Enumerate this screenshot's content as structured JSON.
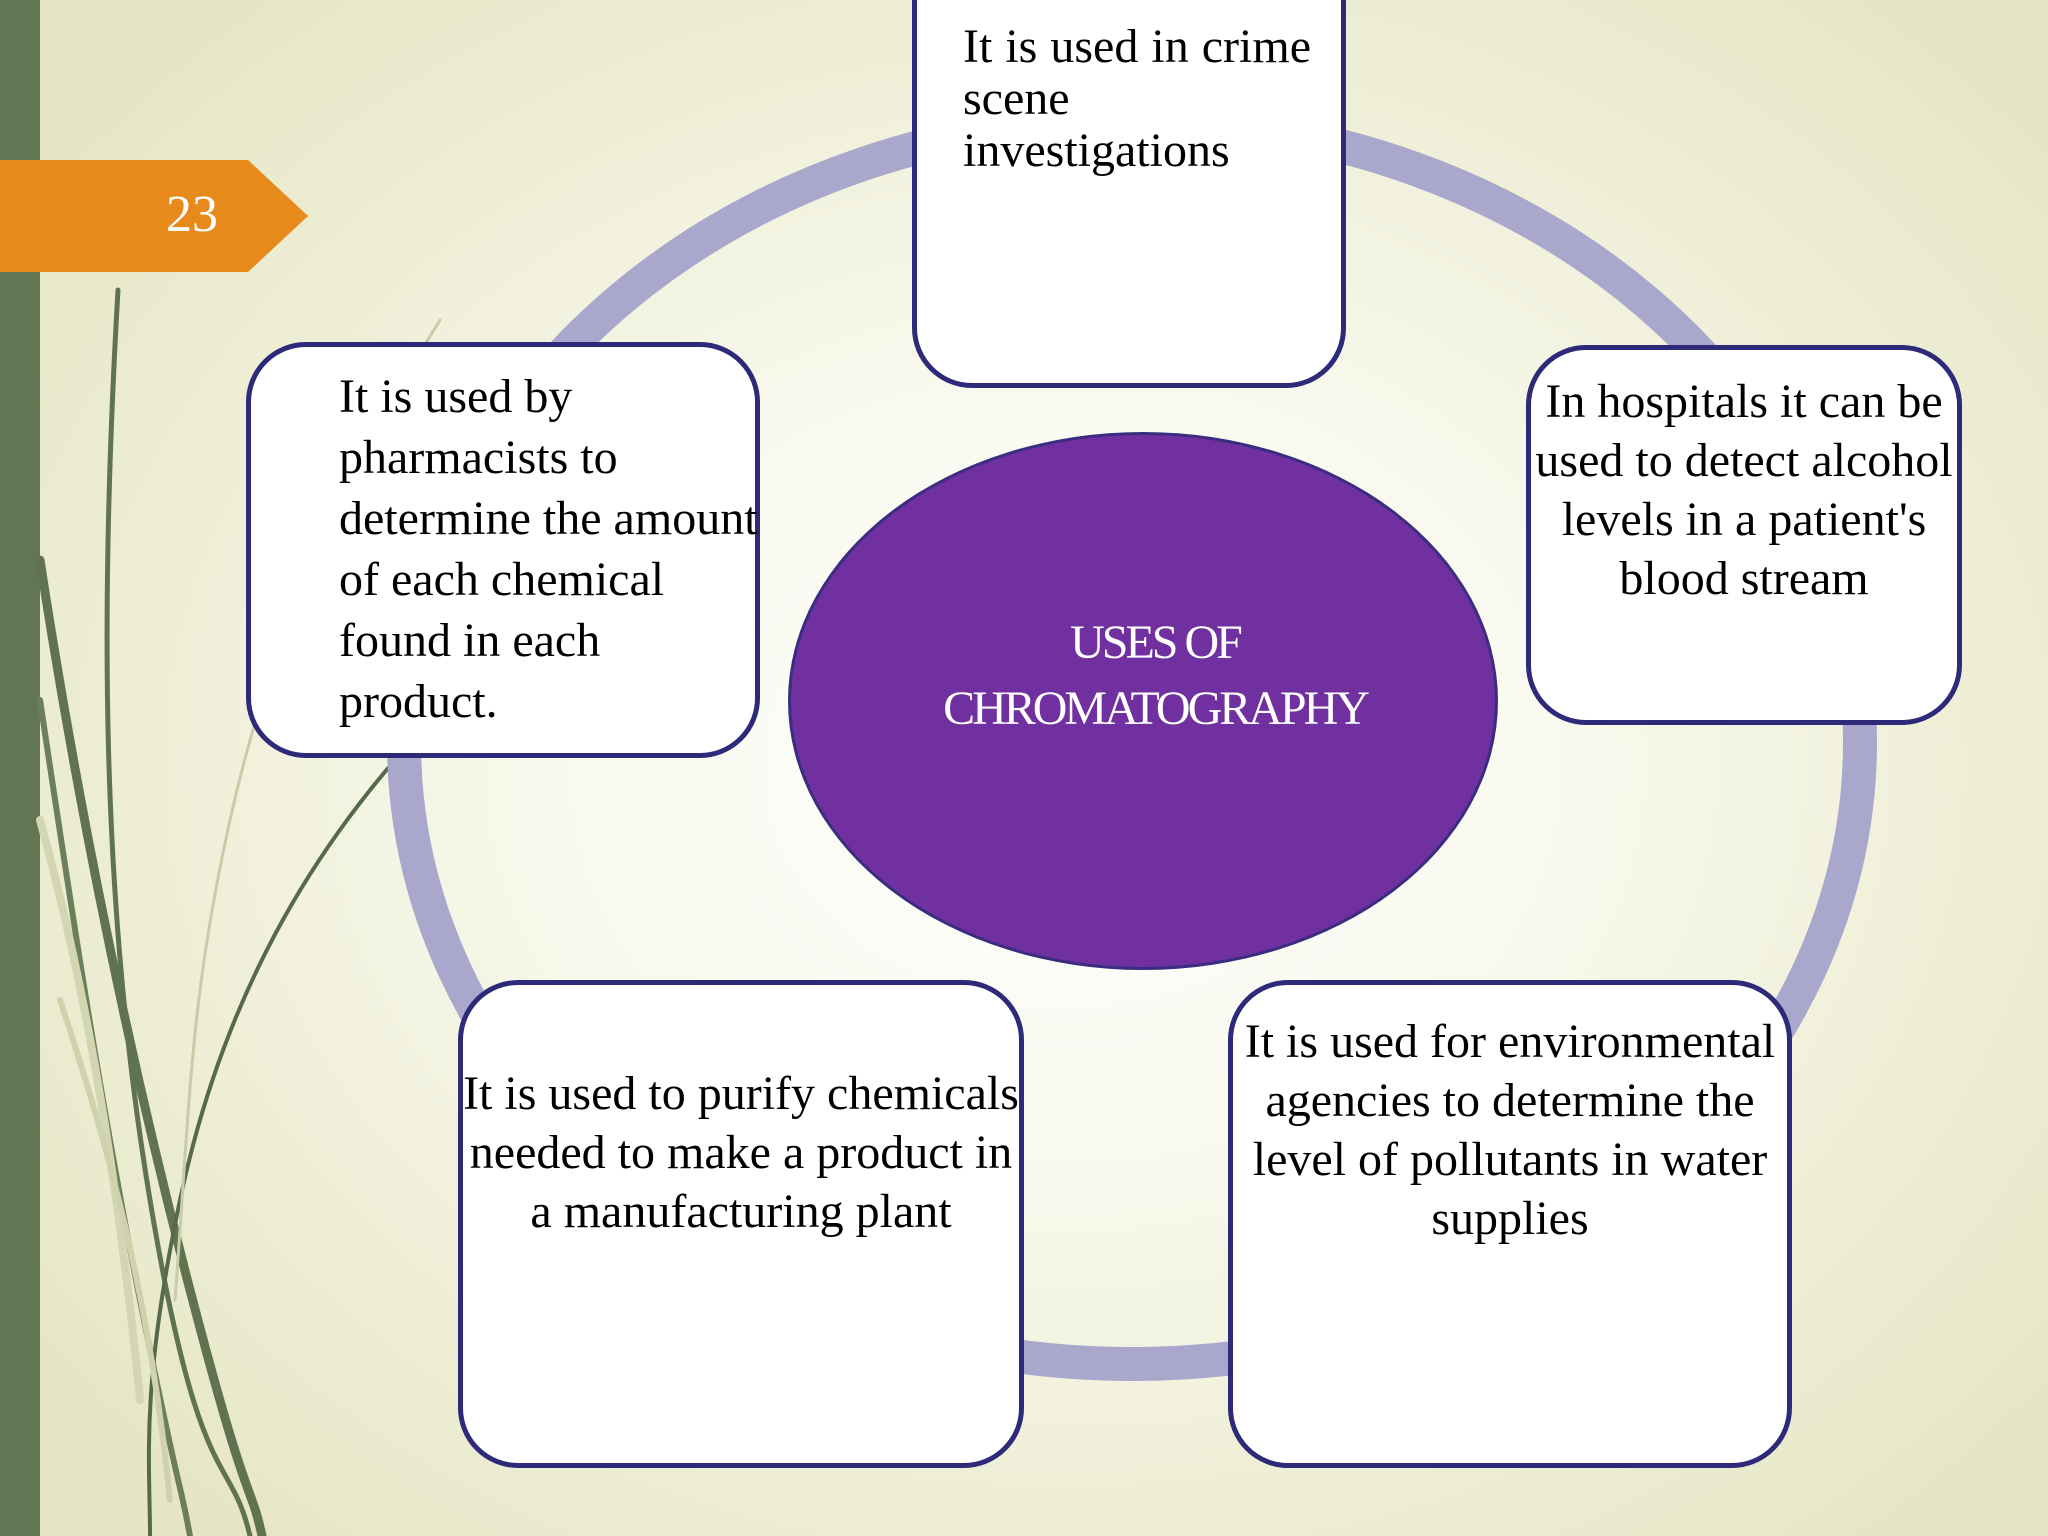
{
  "slide": {
    "number": "23"
  },
  "diagram": {
    "center": "USES OF CHROMATOGRAPHY",
    "items": {
      "top": "It is used in crime scene investigations",
      "left": "It is used by pharmacists to determine the amount of each chemical found in each product.",
      "right": "In hospitals it can be used to detect alcohol levels in a patient's blood stream",
      "bottom_left": "It is used to purify chemicals needed to make a product in a manufacturing plant",
      "bottom_right": "It is used for environmental agencies to determine the level of pollutants in water supplies"
    }
  },
  "colors": {
    "center_fill": "#7030a0",
    "ring": "#a9a8cc",
    "box_border": "#2e2a7a",
    "tag": "#e8891b",
    "side_bar": "#627654"
  }
}
